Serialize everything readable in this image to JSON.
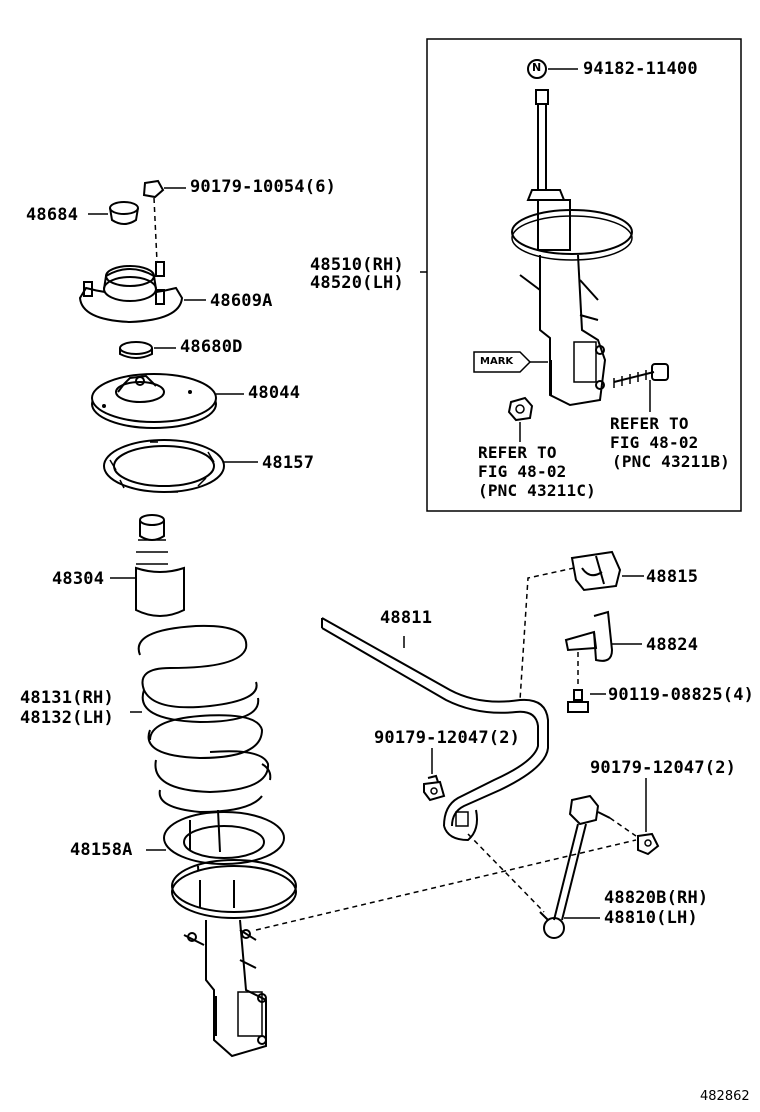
{
  "labels": {
    "p94182": "94182-11400",
    "p90179_10054": "90179-10054(6)",
    "p48684": "48684",
    "p48609a": "48609A",
    "p48680d": "48680D",
    "p48044": "48044",
    "p48157": "48157",
    "p48510": "48510(RH)",
    "p48520": "48520(LH)",
    "mark": "MARK",
    "refer_c_1": "REFER TO",
    "refer_c_2": "FIG 48-02",
    "refer_c_3": "(PNC 43211C)",
    "refer_b_1": "REFER TO",
    "refer_b_2": "FIG 48-02",
    "refer_b_3": "(PNC 43211B)",
    "p48304": "48304",
    "p48815": "48815",
    "p48811": "48811",
    "p48824": "48824",
    "p48131": "48131(RH)",
    "p48132": "48132(LH)",
    "p90119": "90119-08825(4)",
    "p90179_12047_a": "90179-12047(2)",
    "p90179_12047_b": "90179-12047(2)",
    "p48158a": "48158A",
    "p48820b": "48820B(RH)",
    "p48810": "48810(LH)",
    "nut_glyph": "N",
    "figure_code": "482862"
  }
}
